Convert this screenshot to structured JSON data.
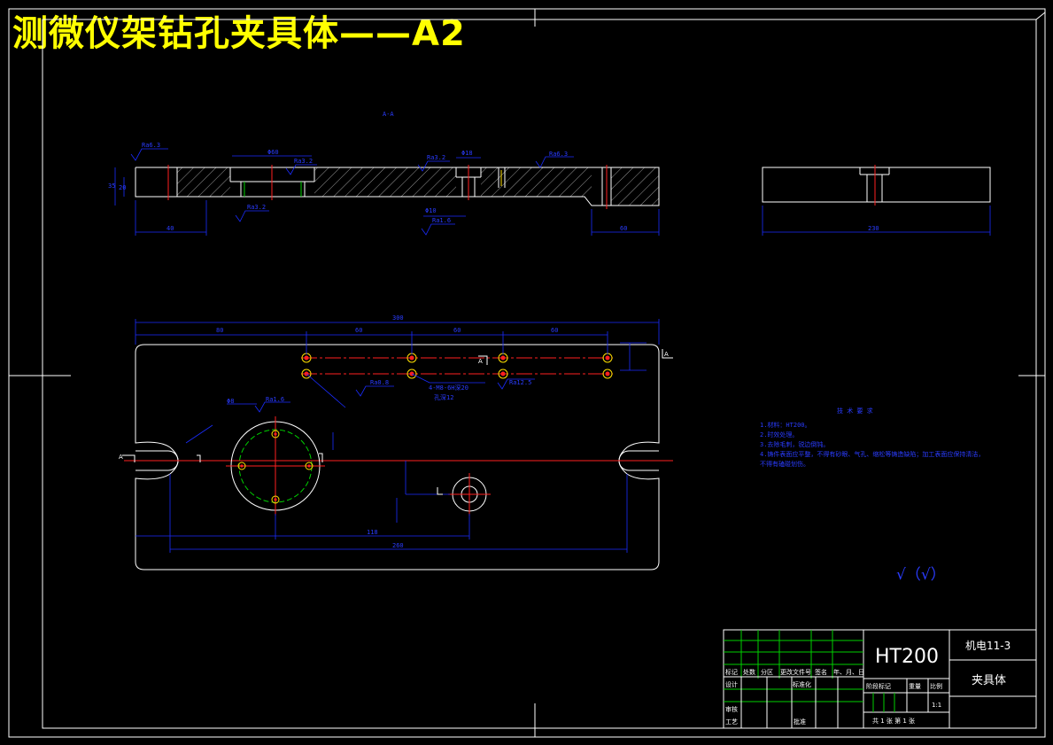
{
  "title": "测微仪架钻孔夹具体——A2",
  "section_label": "A-A",
  "dims": {
    "d_phi60": "Φ60",
    "d_phi18": "Φ18",
    "d_phi10": "Φ10",
    "d_40": "40",
    "d_60": "60",
    "d_230": "230",
    "d_300": "300",
    "d_80": "80",
    "d_60a": "60",
    "d_60b": "60",
    "d_60c": "60",
    "d_118": "118",
    "d_260": "260",
    "d_35": "35",
    "d_20": "20"
  },
  "roughness": {
    "ra63a": "Ra6.3",
    "ra63b": "Ra6.3",
    "ra32a": "Ra3.2",
    "ra32b": "Ra3.2",
    "ra16a": "Ra1.6",
    "ra16b": "Ra1.6",
    "ra125": "Ra12.5",
    "ra08": "Ra0.8"
  },
  "callouts": {
    "holes": "4-M8-6H深20",
    "holes_sub": "孔深12",
    "phi8": "Φ8",
    "section_a": "A"
  },
  "tech_req": {
    "heading": "技 术 要 求",
    "items": [
      "1.材料：HT200。",
      "2.时效处理。",
      "3.去除毛刺，锐边倒钝。",
      "4.铸件表面应平整，不得有砂眼、气孔、缩松等铸造缺陷；加工表面应保持清洁，",
      "  不得有磕碰划伤。"
    ]
  },
  "finish_mark": "√（√）",
  "title_block": {
    "material": "HT200",
    "class_code": "机电11-3",
    "part_name": "夹具体",
    "scale_value": "1:1",
    "sheets": "共 1 张  第 1 张",
    "h_mark": "标记",
    "h_count": "处数",
    "h_zone": "分区",
    "h_doc": "更改文件号",
    "h_sign": "签名",
    "h_date": "年、月、日",
    "r_design": "设计",
    "r_std": "标准化",
    "r_check": "审核",
    "r_process": "工艺",
    "r_approve": "批准",
    "stage_label": "阶段标记",
    "weight_label": "重量",
    "scale_label": "比例"
  }
}
